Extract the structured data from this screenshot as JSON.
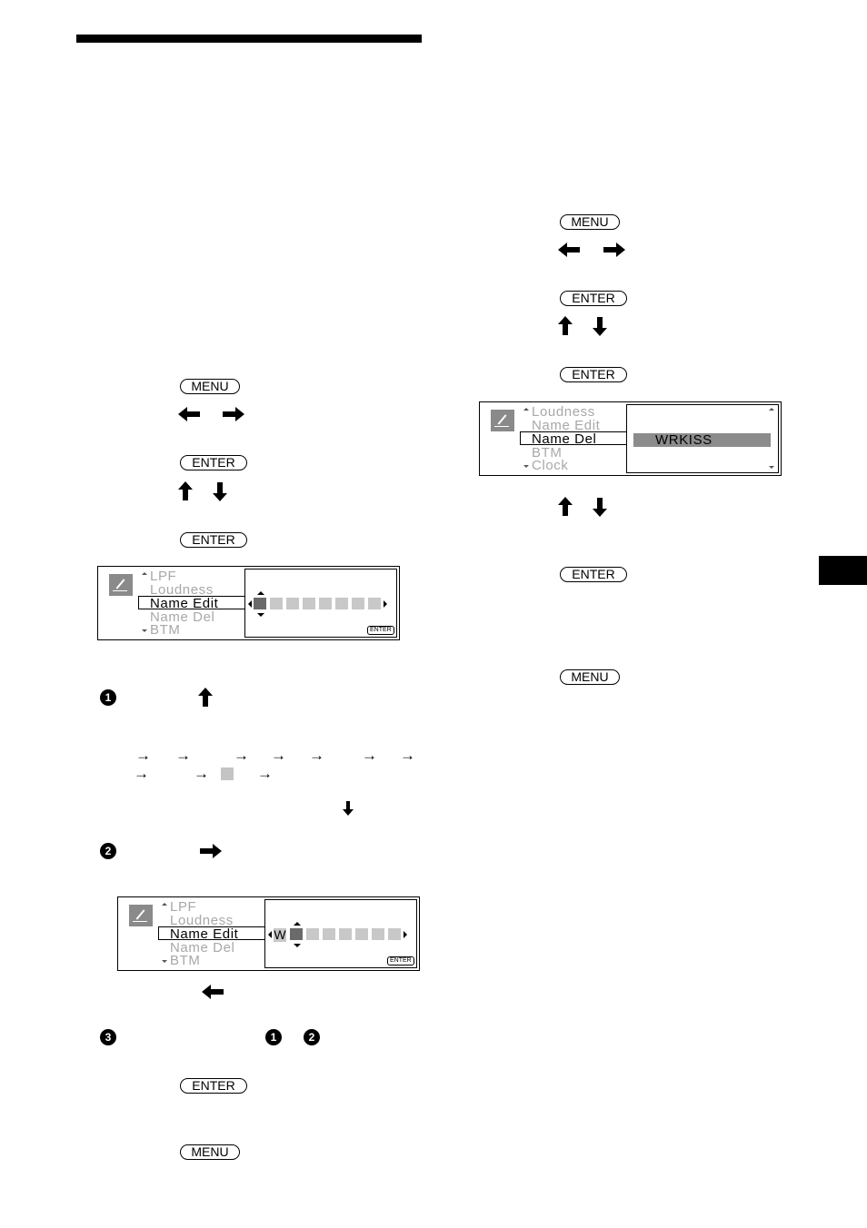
{
  "buttons": {
    "menu": "MENU",
    "enter": "ENTER",
    "enter_small": "ENTER"
  },
  "display1": {
    "menu": [
      "LPF",
      "Loudness",
      "Name Edit",
      "Name Del",
      "BTM"
    ],
    "selected_index": 2
  },
  "display2": {
    "menu": [
      "LPF",
      "Loudness",
      "Name Edit",
      "Name Del",
      "BTM"
    ],
    "selected_index": 2,
    "entered_char": "W"
  },
  "display3": {
    "menu": [
      "Loudness",
      "Name Edit",
      "Name Del",
      "BTM",
      "Clock"
    ],
    "selected_index": 2,
    "stored_name": "WRKISS"
  },
  "steps": {
    "n1": "1",
    "n2": "2",
    "n3": "3"
  },
  "icons": {
    "left_arrow": "left-arrow-icon",
    "right_arrow": "right-arrow-icon",
    "up_arrow": "up-arrow-icon",
    "down_arrow": "down-arrow-icon",
    "pen": "pen-icon"
  },
  "colors": {
    "cursor_cell": "#6a6a6a",
    "empty_cell": "#c8c8c8",
    "name_highlight": "#8c8c8c",
    "dim_text": "#a8a8a8"
  }
}
